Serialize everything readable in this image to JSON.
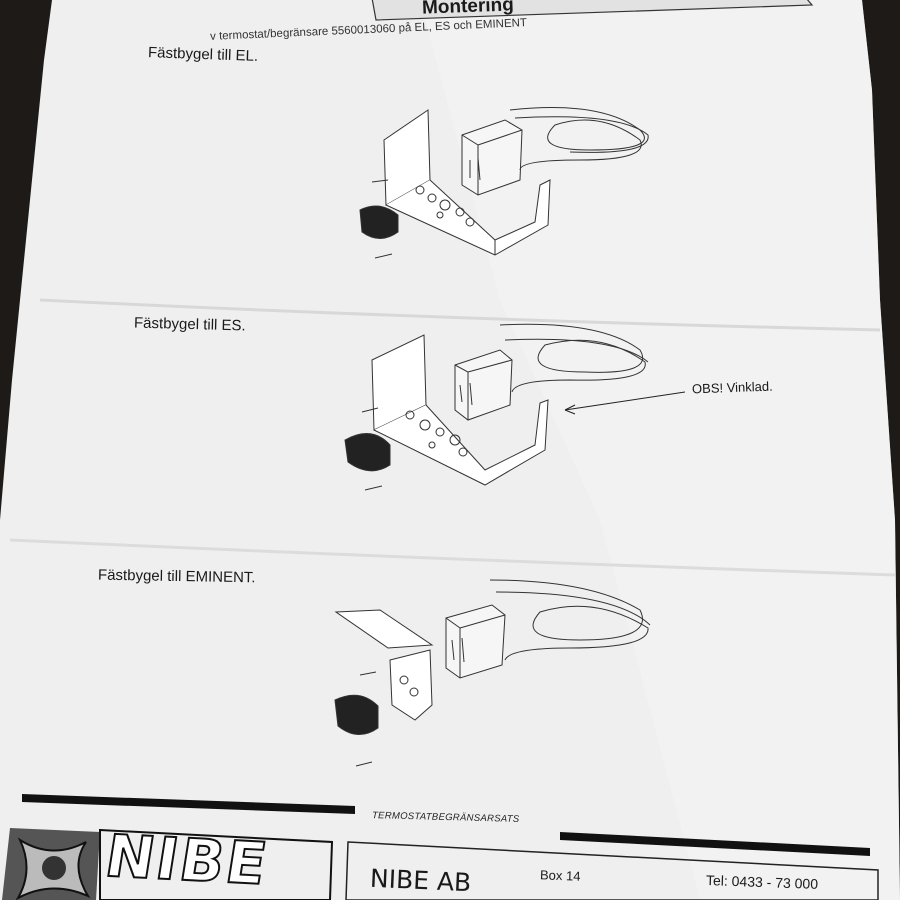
{
  "header": {
    "title": "Montering",
    "subtitle": "v termostat/begränsare 5560013060 på EL, ES och EMINENT"
  },
  "sections": [
    {
      "label": "Fästbygel till EL."
    },
    {
      "label": "Fästbygel till ES."
    },
    {
      "label": "Fästbygel till EMINENT."
    }
  ],
  "callout": {
    "text": "OBS! Vinklad."
  },
  "footer": {
    "banner_text": "TERMOSTATBEGRÄNSARSATS",
    "logo_text": "NIBE",
    "company": "NIBE AB",
    "address_line": "Box 14",
    "phone": "Tel:  0433 - 73 000"
  }
}
